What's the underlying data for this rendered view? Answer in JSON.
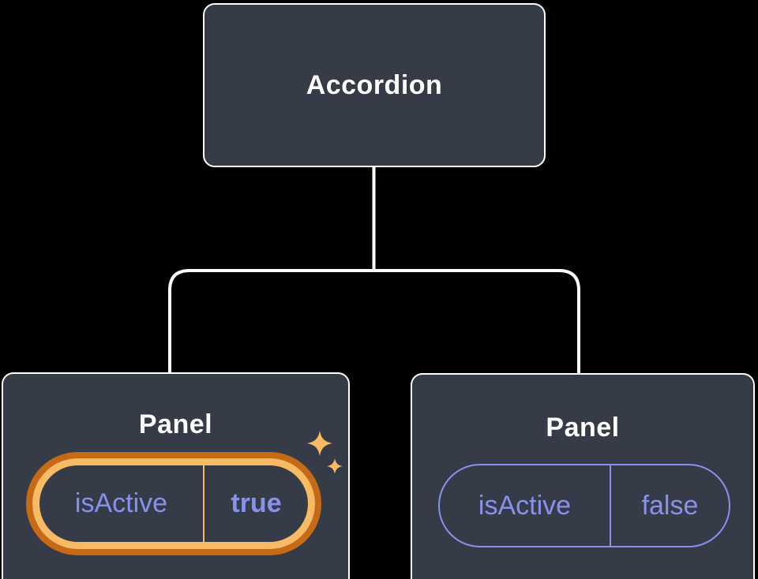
{
  "diagram": {
    "description": "Component tree: Accordion parent passing isActive prop to two Panel children",
    "root_node": {
      "label": "Accordion"
    },
    "panels": [
      {
        "label": "Panel",
        "prop_name": "isActive",
        "prop_value": "true",
        "state": "active-highlighted"
      },
      {
        "label": "Panel",
        "prop_name": "isActive",
        "prop_value": "false",
        "state": "inactive"
      }
    ],
    "icons": {
      "sparkle_large": "sparkle-icon",
      "sparkle_small": "sparkle-icon"
    },
    "colors": {
      "bg": "#000000",
      "node_fill": "#353B47",
      "node_border": "#FFFFFF",
      "label_text": "#FFFFFF",
      "prop_text": "#8891EC",
      "hl_outer": "#C76A15",
      "hl_inner": "#F8BB64",
      "connector": "#FFFFFF"
    }
  }
}
